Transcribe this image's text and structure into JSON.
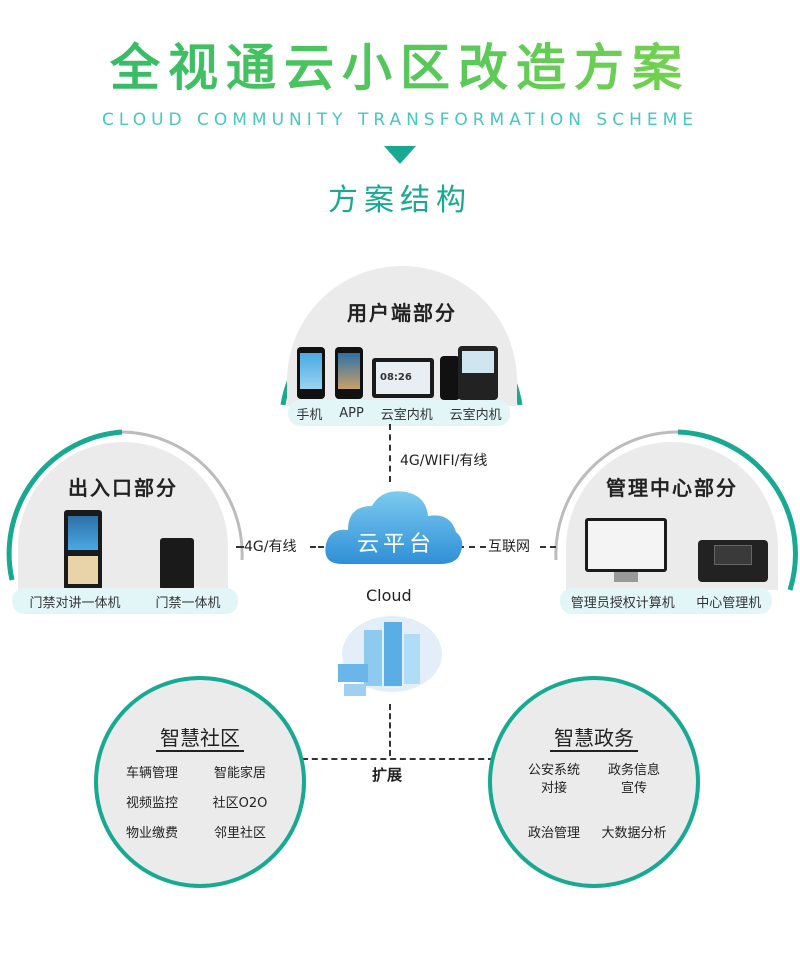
{
  "header": {
    "title": "全视通云小区改造方案",
    "subtitle": "CLOUD COMMUNITY TRANSFORMATION SCHEME",
    "section": "方案结构"
  },
  "user": {
    "title": "用户端部分",
    "devices": [
      "手机",
      "APP",
      "云室内机",
      "云室内机"
    ],
    "screen_time": "08:26"
  },
  "entry": {
    "title": "出入口部分",
    "devices": [
      "门禁对讲一体机",
      "门禁一体机"
    ]
  },
  "mgmt": {
    "title": "管理中心部分",
    "devices": [
      "管理员授权计算机",
      "中心管理机"
    ]
  },
  "cloud": {
    "label": "云平台",
    "en": "Cloud"
  },
  "links": {
    "top": "4G/WIFI/有线",
    "left": "4G/有线",
    "right": "互联网",
    "bottom": "扩展"
  },
  "community": {
    "title": "智慧社区",
    "items": [
      "车辆管理",
      "智能家居",
      "视频监控",
      "社区O2O",
      "物业缴费",
      "邻里社区"
    ]
  },
  "gov": {
    "title": "智慧政务",
    "items": [
      "公安系统\n对接",
      "政务信息\n宣传",
      "政治管理",
      "大数据分析"
    ]
  },
  "colors": {
    "teal": "#18a993",
    "green": "#29b86b",
    "cloud_blue": "#4aa9e3",
    "panel_gray": "#ebebeb"
  }
}
